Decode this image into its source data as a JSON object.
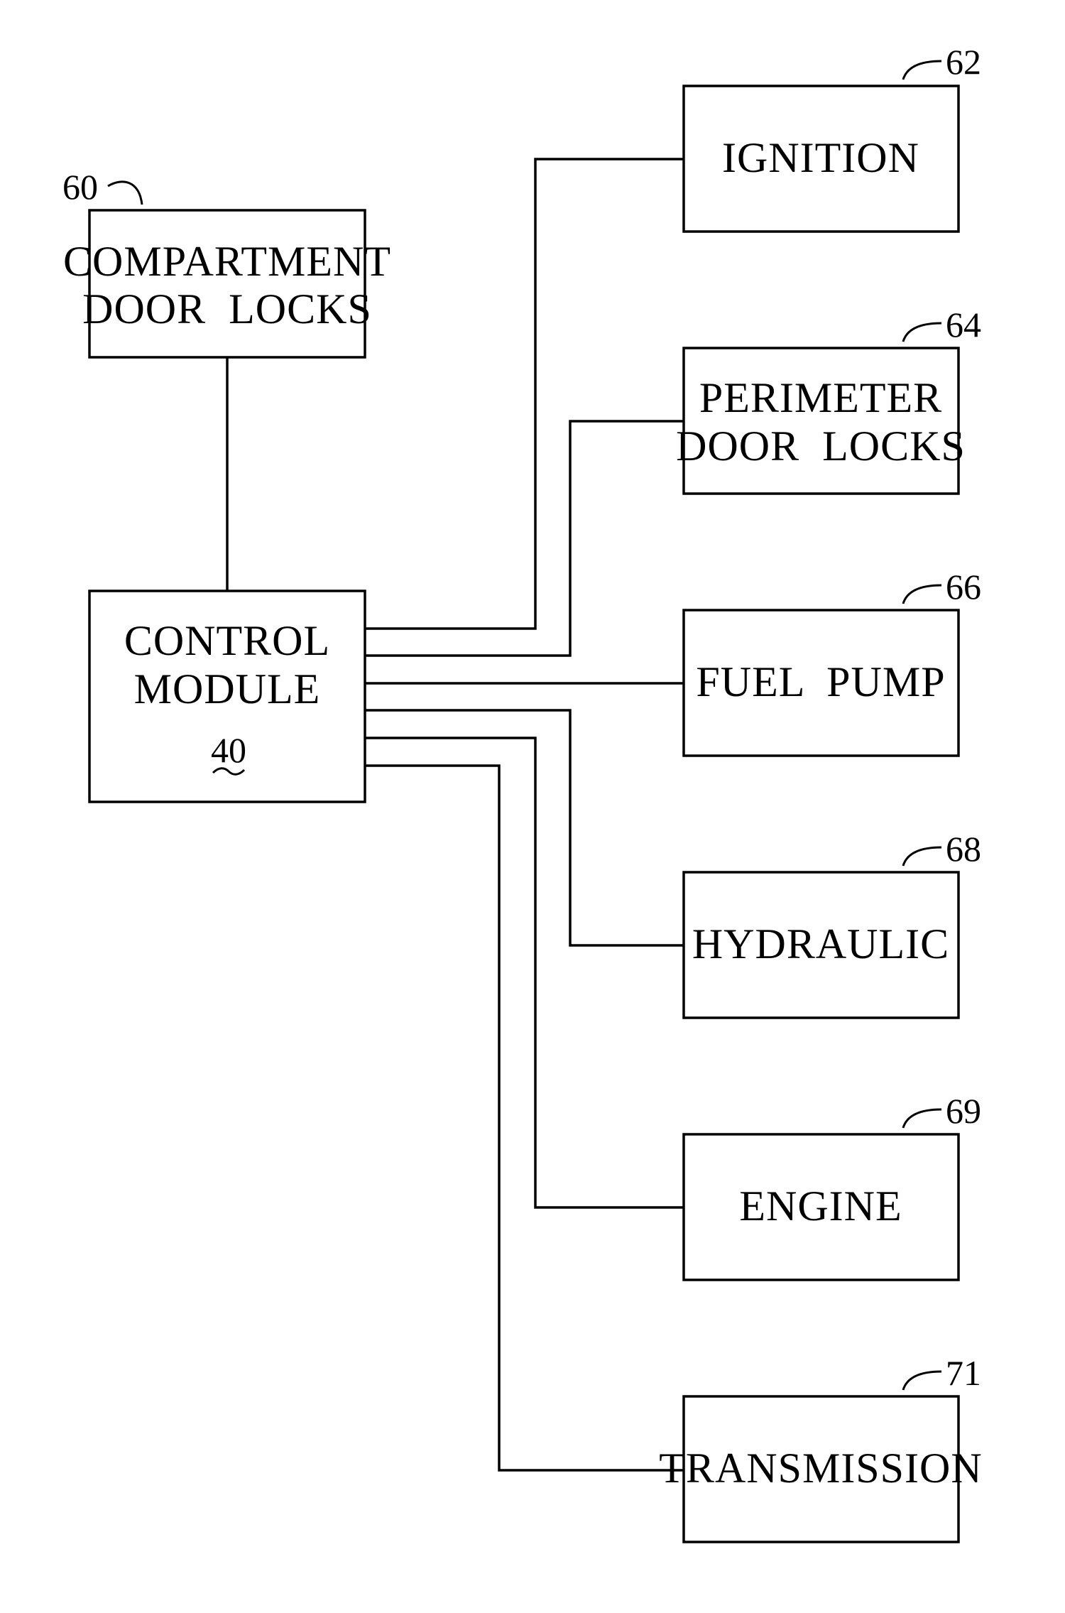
{
  "diagram": {
    "control_module": {
      "line1": "CONTROL",
      "line2": "MODULE",
      "ref": "40"
    },
    "compartment_door_locks": {
      "line1": "COMPARTMENT",
      "line2": "DOOR  LOCKS",
      "ref": "60"
    },
    "ignition": {
      "label": "IGNITION",
      "ref": "62"
    },
    "perimeter_door_locks": {
      "line1": "PERIMETER",
      "line2": "DOOR  LOCKS",
      "ref": "64"
    },
    "fuel_pump": {
      "label": "FUEL  PUMP",
      "ref": "66"
    },
    "hydraulic": {
      "label": "HYDRAULIC",
      "ref": "68"
    },
    "engine": {
      "label": "ENGINE",
      "ref": "69"
    },
    "transmission": {
      "label": "TRANSMISSION",
      "ref": "71"
    }
  }
}
